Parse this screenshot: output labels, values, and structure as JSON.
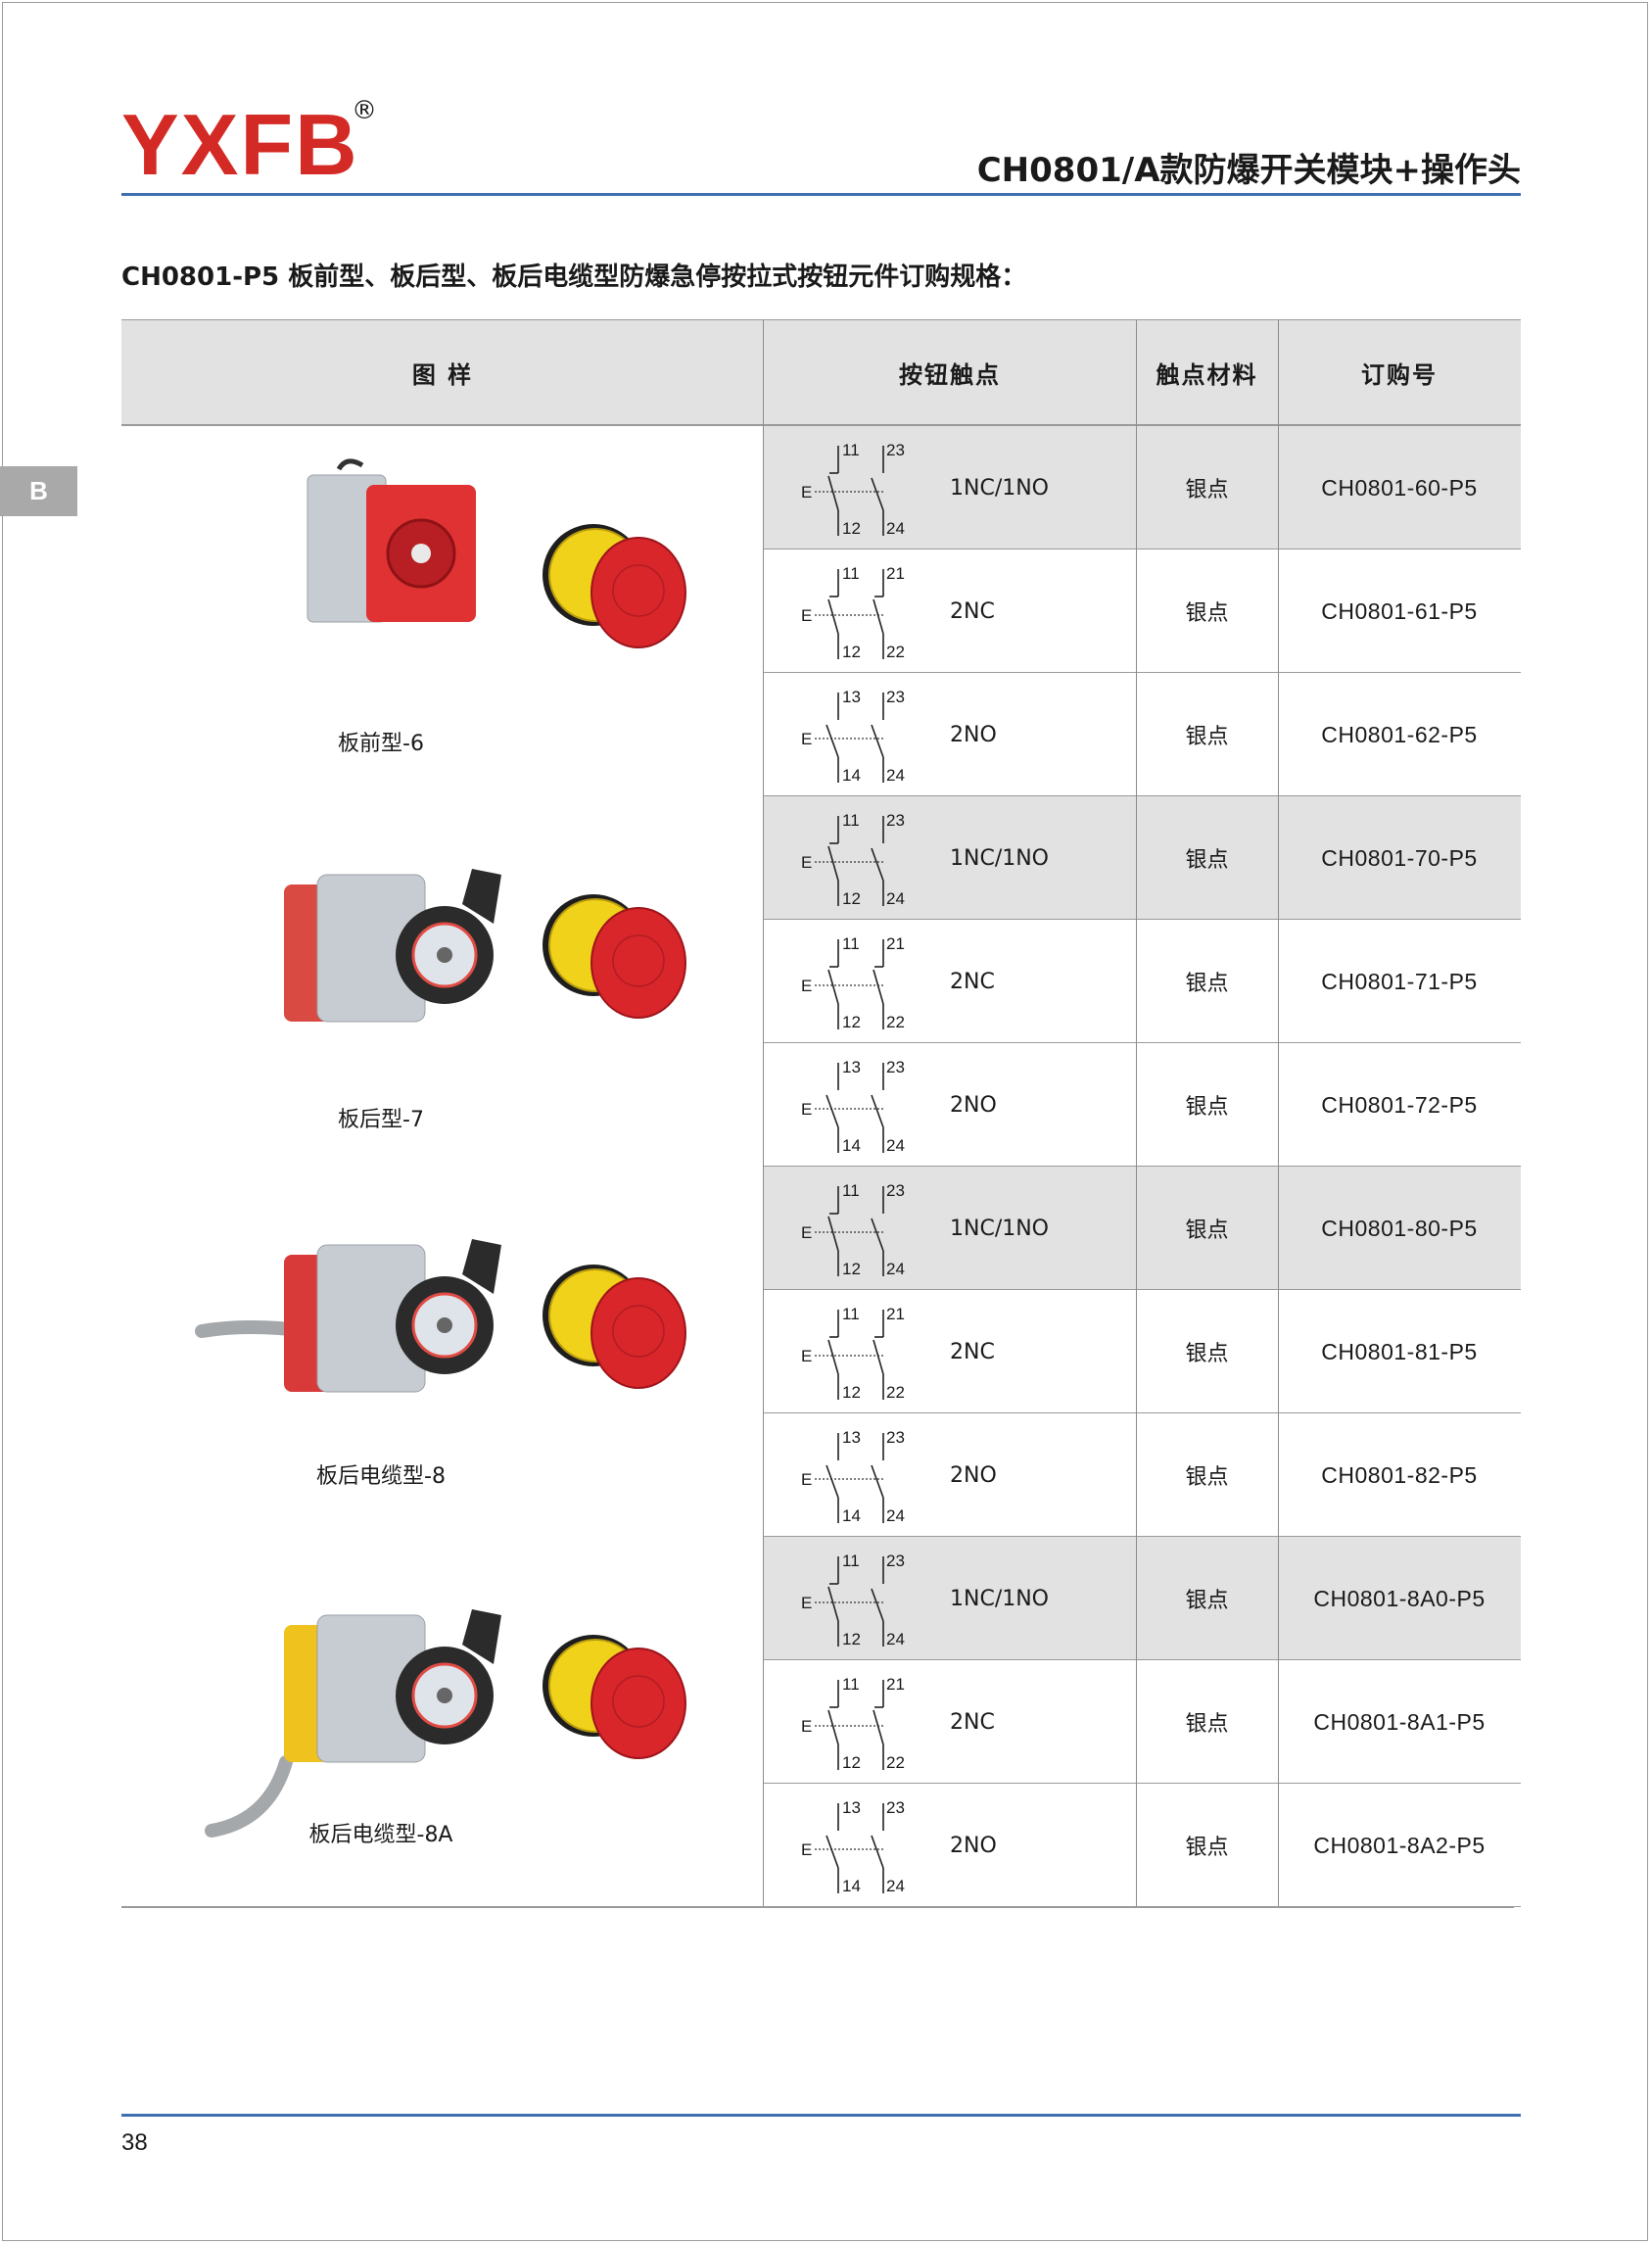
{
  "header": {
    "logo_text": "YXFB",
    "logo_reg": "®",
    "title": "CH0801/A款防爆开关模块+操作头"
  },
  "side_tab": "B",
  "section_heading": "CH0801-P5 板前型、板后型、板后电缆型防爆急停按拉式按钮元件订购规格：",
  "table": {
    "headers": [
      "图 样",
      "按钮触点",
      "触点材料",
      "订购号"
    ],
    "groups": [
      {
        "label": "板前型-6",
        "body_color": "#e03232",
        "style": "front"
      },
      {
        "label": "板后型-7",
        "body_color": "#d94a42",
        "style": "rear"
      },
      {
        "label": "板后电缆型-8",
        "body_color": "#d83a3a",
        "style": "cable"
      },
      {
        "label": "板后电缆型-8A",
        "body_color": "#efc21e",
        "style": "cable-a"
      }
    ],
    "rows": [
      {
        "t1": "11",
        "t2": "23",
        "b1": "12",
        "b2": "24",
        "e": "E",
        "type": "1NC/1NO",
        "material": "银点",
        "code": "CH0801-60-P5",
        "shaded": true,
        "kind": "ncno"
      },
      {
        "t1": "11",
        "t2": "21",
        "b1": "12",
        "b2": "22",
        "e": "E",
        "type": "2NC",
        "material": "银点",
        "code": "CH0801-61-P5",
        "shaded": false,
        "kind": "ncnc"
      },
      {
        "t1": "13",
        "t2": "23",
        "b1": "14",
        "b2": "24",
        "e": "E",
        "type": "2NO",
        "material": "银点",
        "code": "CH0801-62-P5",
        "shaded": false,
        "kind": "nono"
      },
      {
        "t1": "11",
        "t2": "23",
        "b1": "12",
        "b2": "24",
        "e": "E",
        "type": "1NC/1NO",
        "material": "银点",
        "code": "CH0801-70-P5",
        "shaded": true,
        "kind": "ncno"
      },
      {
        "t1": "11",
        "t2": "21",
        "b1": "12",
        "b2": "22",
        "e": "E",
        "type": "2NC",
        "material": "银点",
        "code": "CH0801-71-P5",
        "shaded": false,
        "kind": "ncnc"
      },
      {
        "t1": "13",
        "t2": "23",
        "b1": "14",
        "b2": "24",
        "e": "E",
        "type": "2NO",
        "material": "银点",
        "code": "CH0801-72-P5",
        "shaded": false,
        "kind": "nono"
      },
      {
        "t1": "11",
        "t2": "23",
        "b1": "12",
        "b2": "24",
        "e": "E",
        "type": "1NC/1NO",
        "material": "银点",
        "code": "CH0801-80-P5",
        "shaded": true,
        "kind": "ncno"
      },
      {
        "t1": "11",
        "t2": "21",
        "b1": "12",
        "b2": "22",
        "e": "E",
        "type": "2NC",
        "material": "银点",
        "code": "CH0801-81-P5",
        "shaded": false,
        "kind": "ncnc"
      },
      {
        "t1": "13",
        "t2": "23",
        "b1": "14",
        "b2": "24",
        "e": "E",
        "type": "2NO",
        "material": "银点",
        "code": "CH0801-82-P5",
        "shaded": false,
        "kind": "nono"
      },
      {
        "t1": "11",
        "t2": "23",
        "b1": "12",
        "b2": "24",
        "e": "E",
        "type": "1NC/1NO",
        "material": "银点",
        "code": "CH0801-8A0-P5",
        "shaded": true,
        "kind": "ncno"
      },
      {
        "t1": "11",
        "t2": "21",
        "b1": "12",
        "b2": "22",
        "e": "E",
        "type": "2NC",
        "material": "银点",
        "code": "CH0801-8A1-P5",
        "shaded": false,
        "kind": "ncnc"
      },
      {
        "t1": "13",
        "t2": "23",
        "b1": "14",
        "b2": "24",
        "e": "E",
        "type": "2NO",
        "material": "银点",
        "code": "CH0801-8A2-P5",
        "shaded": false,
        "kind": "nono"
      }
    ]
  },
  "colors": {
    "brand_red": "#d42a25",
    "rule_blue": "#3f6fb0",
    "header_gray": "#e2e2e2",
    "button_red": "#d8262b",
    "collar_yellow": "#f0d21a"
  },
  "footer": {
    "page_number": "38"
  }
}
